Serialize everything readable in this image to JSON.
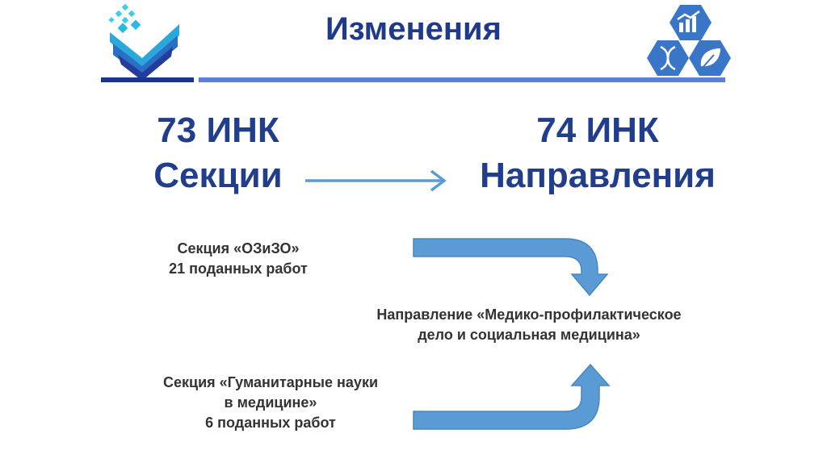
{
  "header": {
    "title": "Изменения"
  },
  "left": {
    "line1": "73 ИНК",
    "line2": "Секции"
  },
  "right": {
    "line1": "74 ИНК",
    "line2": "Направления"
  },
  "section1": {
    "line1": "Секция «ОЗиЗО»",
    "line2": "21 поданных работ"
  },
  "direction": {
    "line1": "Направление «Медико-профилактическое",
    "line2": "дело и социальная медицина»"
  },
  "section2": {
    "line1": "Секция «Гуманитарные науки",
    "line2": "в медицине»",
    "line3": "6 поданных работ"
  },
  "colors": {
    "title": "#1f3a8a",
    "accent": "#5b9bd5",
    "rule_dark": "#1a3490",
    "rule_light": "#5b7fd6"
  },
  "icons": {
    "left_logo": "checkmark-logo-icon",
    "right_logo": "hexagon-science-logo-icon"
  }
}
